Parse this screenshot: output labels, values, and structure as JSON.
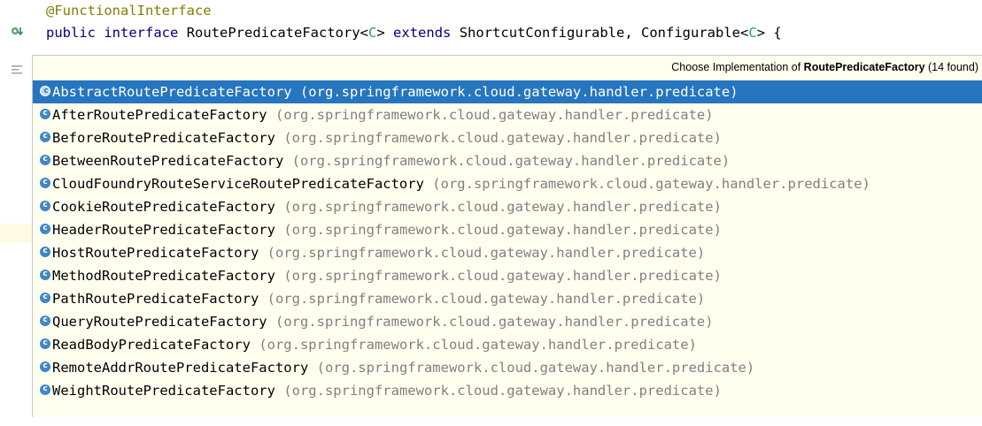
{
  "editor": {
    "line1": {
      "annotation": "@FunctionalInterface"
    },
    "line2": {
      "kw_public": "public",
      "kw_interface": "interface",
      "name": "RoutePredicateFactory",
      "lt1": "<",
      "type_param1": "C",
      "gt1": ">",
      "kw_extends": "extends",
      "super1": "ShortcutConfigurable,",
      "super2": "Configurable",
      "lt2": "<",
      "type_param2": "C",
      "gt2": ">",
      "brace": "{"
    },
    "gutter_icons": [
      "implementations-icon",
      "structure-icon"
    ]
  },
  "popup": {
    "header_prefix": "Choose Implementation of",
    "header_type": "RoutePredicateFactory",
    "header_count": "(14 found)",
    "items": [
      {
        "name": "AbstractRoutePredicateFactory",
        "package": "(org.springframework.cloud.gateway.handler.predicate)",
        "icon": "abstract-class-icon",
        "selected": true
      },
      {
        "name": "AfterRoutePredicateFactory",
        "package": "(org.springframework.cloud.gateway.handler.predicate)",
        "icon": "class-icon"
      },
      {
        "name": "BeforeRoutePredicateFactory",
        "package": "(org.springframework.cloud.gateway.handler.predicate)",
        "icon": "class-icon"
      },
      {
        "name": "BetweenRoutePredicateFactory",
        "package": "(org.springframework.cloud.gateway.handler.predicate)",
        "icon": "class-icon"
      },
      {
        "name": "CloudFoundryRouteServiceRoutePredicateFactory",
        "package": "(org.springframework.cloud.gateway.handler.predicate)",
        "icon": "class-icon"
      },
      {
        "name": "CookieRoutePredicateFactory",
        "package": "(org.springframework.cloud.gateway.handler.predicate)",
        "icon": "class-icon"
      },
      {
        "name": "HeaderRoutePredicateFactory",
        "package": "(org.springframework.cloud.gateway.handler.predicate)",
        "icon": "class-icon"
      },
      {
        "name": "HostRoutePredicateFactory",
        "package": "(org.springframework.cloud.gateway.handler.predicate)",
        "icon": "class-icon"
      },
      {
        "name": "MethodRoutePredicateFactory",
        "package": "(org.springframework.cloud.gateway.handler.predicate)",
        "icon": "class-icon"
      },
      {
        "name": "PathRoutePredicateFactory",
        "package": "(org.springframework.cloud.gateway.handler.predicate)",
        "icon": "class-icon"
      },
      {
        "name": "QueryRoutePredicateFactory",
        "package": "(org.springframework.cloud.gateway.handler.predicate)",
        "icon": "class-icon"
      },
      {
        "name": "ReadBodyPredicateFactory",
        "package": "(org.springframework.cloud.gateway.handler.predicate)",
        "icon": "class-icon"
      },
      {
        "name": "RemoteAddrRoutePredicateFactory",
        "package": "(org.springframework.cloud.gateway.handler.predicate)",
        "icon": "class-icon"
      },
      {
        "name": "WeightRoutePredicateFactory",
        "package": "(org.springframework.cloud.gateway.handler.predicate)",
        "icon": "class-icon"
      }
    ]
  },
  "colors": {
    "selection": "#2675bf",
    "popup_background": "#fffff0",
    "package_text": "#808080",
    "keyword": "#000080",
    "annotation": "#808000",
    "type_param": "#20999d"
  }
}
